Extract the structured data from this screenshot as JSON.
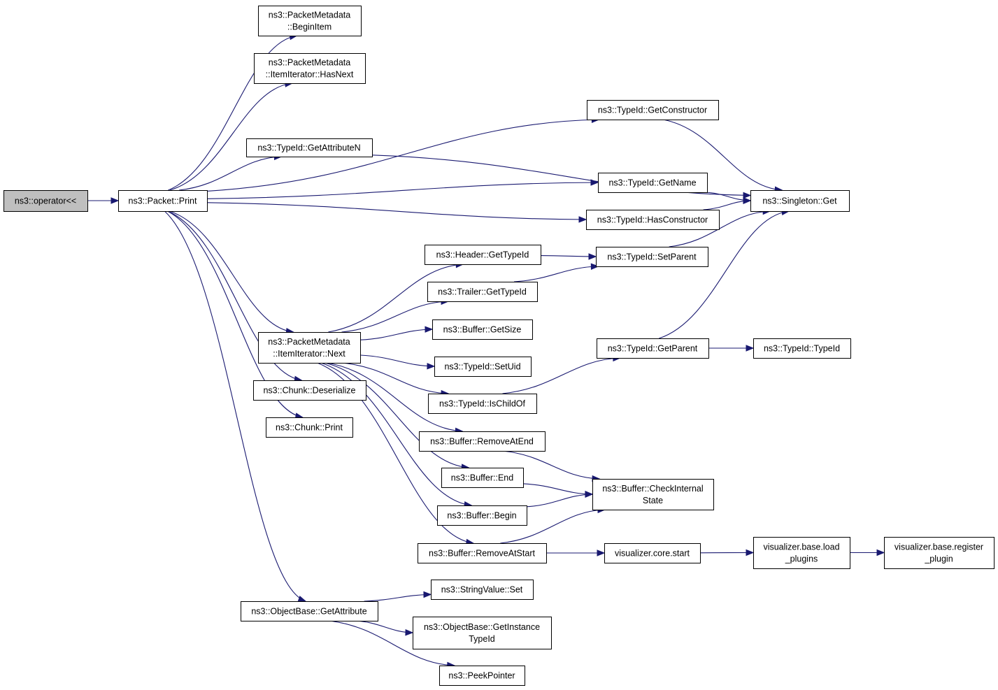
{
  "nodes": {
    "n_operator": {
      "lines": [
        "ns3::operator<<"
      ],
      "root": true
    },
    "n_packet_print": {
      "lines": [
        "ns3::Packet::Print"
      ]
    },
    "n_begin_item": {
      "lines": [
        "ns3::PacketMetadata",
        "::BeginItem"
      ]
    },
    "n_has_next": {
      "lines": [
        "ns3::PacketMetadata",
        "::ItemIterator::HasNext"
      ]
    },
    "n_get_constructor": {
      "lines": [
        "ns3::TypeId::GetConstructor"
      ]
    },
    "n_get_attribute_n": {
      "lines": [
        "ns3::TypeId::GetAttributeN"
      ]
    },
    "n_get_name": {
      "lines": [
        "ns3::TypeId::GetName"
      ]
    },
    "n_singleton_get": {
      "lines": [
        "ns3::Singleton::Get"
      ]
    },
    "n_has_constructor": {
      "lines": [
        "ns3::TypeId::HasConstructor"
      ]
    },
    "n_header_get_type_id": {
      "lines": [
        "ns3::Header::GetTypeId"
      ]
    },
    "n_set_parent": {
      "lines": [
        "ns3::TypeId::SetParent"
      ]
    },
    "n_trailer_get_type_id": {
      "lines": [
        "ns3::Trailer::GetTypeId"
      ]
    },
    "n_buffer_get_size": {
      "lines": [
        "ns3::Buffer::GetSize"
      ]
    },
    "n_item_iterator_next": {
      "lines": [
        "ns3::PacketMetadata",
        "::ItemIterator::Next"
      ]
    },
    "n_get_parent": {
      "lines": [
        "ns3::TypeId::GetParent"
      ]
    },
    "n_type_id_ctor": {
      "lines": [
        "ns3::TypeId::TypeId"
      ]
    },
    "n_set_uid": {
      "lines": [
        "ns3::TypeId::SetUid"
      ]
    },
    "n_chunk_deserialize": {
      "lines": [
        "ns3::Chunk::Deserialize"
      ]
    },
    "n_is_child_of": {
      "lines": [
        "ns3::TypeId::IsChildOf"
      ]
    },
    "n_chunk_print": {
      "lines": [
        "ns3::Chunk::Print"
      ]
    },
    "n_remove_at_end": {
      "lines": [
        "ns3::Buffer::RemoveAtEnd"
      ]
    },
    "n_buffer_end": {
      "lines": [
        "ns3::Buffer::End"
      ]
    },
    "n_check_internal_state": {
      "lines": [
        "ns3::Buffer::CheckInternal",
        "State"
      ]
    },
    "n_buffer_begin": {
      "lines": [
        "ns3::Buffer::Begin"
      ]
    },
    "n_remove_at_start": {
      "lines": [
        "ns3::Buffer::RemoveAtStart"
      ]
    },
    "n_visualizer_start": {
      "lines": [
        "visualizer.core.start"
      ]
    },
    "n_load_plugins": {
      "lines": [
        "visualizer.base.load",
        "_plugins"
      ]
    },
    "n_register_plugin": {
      "lines": [
        "visualizer.base.register",
        "_plugin"
      ]
    },
    "n_string_value_set": {
      "lines": [
        "ns3::StringValue::Set"
      ]
    },
    "n_object_base_get_attribute": {
      "lines": [
        "ns3::ObjectBase::GetAttribute"
      ]
    },
    "n_get_instance_type_id": {
      "lines": [
        "ns3::ObjectBase::GetInstance",
        "TypeId"
      ]
    },
    "n_peek_pointer": {
      "lines": [
        "ns3::PeekPointer"
      ]
    }
  },
  "edges": [
    [
      "n_operator",
      "n_packet_print"
    ],
    [
      "n_packet_print",
      "n_begin_item"
    ],
    [
      "n_packet_print",
      "n_has_next"
    ],
    [
      "n_packet_print",
      "n_get_constructor"
    ],
    [
      "n_packet_print",
      "n_get_attribute_n"
    ],
    [
      "n_packet_print",
      "n_get_name"
    ],
    [
      "n_packet_print",
      "n_has_constructor"
    ],
    [
      "n_packet_print",
      "n_item_iterator_next"
    ],
    [
      "n_packet_print",
      "n_chunk_deserialize"
    ],
    [
      "n_packet_print",
      "n_chunk_print"
    ],
    [
      "n_packet_print",
      "n_object_base_get_attribute"
    ],
    [
      "n_get_constructor",
      "n_singleton_get"
    ],
    [
      "n_get_attribute_n",
      "n_singleton_get"
    ],
    [
      "n_get_name",
      "n_singleton_get"
    ],
    [
      "n_has_constructor",
      "n_singleton_get"
    ],
    [
      "n_set_parent",
      "n_singleton_get"
    ],
    [
      "n_get_parent",
      "n_singleton_get"
    ],
    [
      "n_header_get_type_id",
      "n_set_parent"
    ],
    [
      "n_trailer_get_type_id",
      "n_set_parent"
    ],
    [
      "n_item_iterator_next",
      "n_header_get_type_id"
    ],
    [
      "n_item_iterator_next",
      "n_trailer_get_type_id"
    ],
    [
      "n_item_iterator_next",
      "n_buffer_get_size"
    ],
    [
      "n_item_iterator_next",
      "n_set_uid"
    ],
    [
      "n_item_iterator_next",
      "n_is_child_of"
    ],
    [
      "n_item_iterator_next",
      "n_remove_at_end"
    ],
    [
      "n_item_iterator_next",
      "n_buffer_end"
    ],
    [
      "n_item_iterator_next",
      "n_buffer_begin"
    ],
    [
      "n_item_iterator_next",
      "n_remove_at_start"
    ],
    [
      "n_is_child_of",
      "n_get_parent"
    ],
    [
      "n_get_parent",
      "n_type_id_ctor"
    ],
    [
      "n_remove_at_end",
      "n_check_internal_state"
    ],
    [
      "n_buffer_end",
      "n_check_internal_state"
    ],
    [
      "n_buffer_begin",
      "n_check_internal_state"
    ],
    [
      "n_remove_at_start",
      "n_check_internal_state"
    ],
    [
      "n_remove_at_start",
      "n_visualizer_start"
    ],
    [
      "n_visualizer_start",
      "n_load_plugins"
    ],
    [
      "n_load_plugins",
      "n_register_plugin"
    ],
    [
      "n_object_base_get_attribute",
      "n_string_value_set"
    ],
    [
      "n_object_base_get_attribute",
      "n_get_instance_type_id"
    ],
    [
      "n_object_base_get_attribute",
      "n_peek_pointer"
    ]
  ]
}
